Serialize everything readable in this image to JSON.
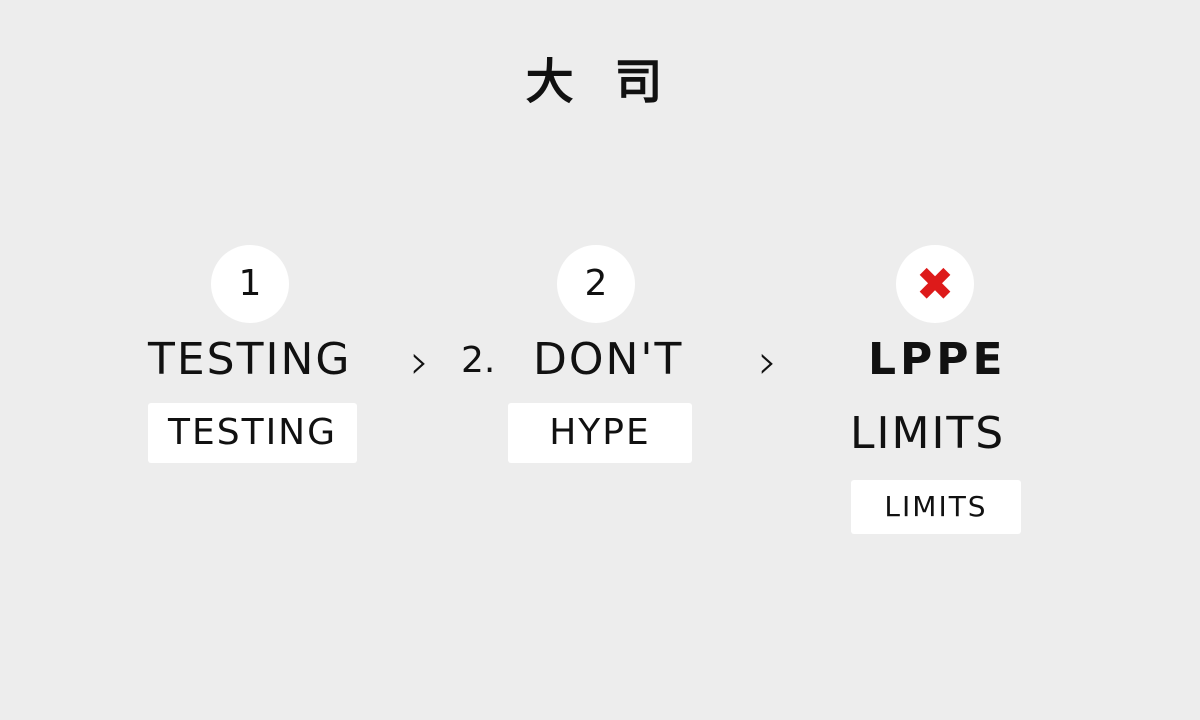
{
  "title": "大 司",
  "steps": [
    {
      "badge": "1",
      "label": "TESTING",
      "tag": "TESTING"
    },
    {
      "badge": "2",
      "prefix": "2.",
      "label": "DON'T",
      "tag": "HYPE"
    },
    {
      "badge": "✖",
      "label": "LPPE",
      "sublabel": "LIMITS",
      "tag": "LIMITS"
    }
  ],
  "connectors": [
    "›",
    "›"
  ],
  "colors": {
    "background": "#ededed",
    "badge": "#ffffff",
    "cross": "#dd1a1a",
    "text": "#111111"
  },
  "icons": {
    "step3_badge": "cross-icon",
    "connector": "chevron-right-icon"
  }
}
